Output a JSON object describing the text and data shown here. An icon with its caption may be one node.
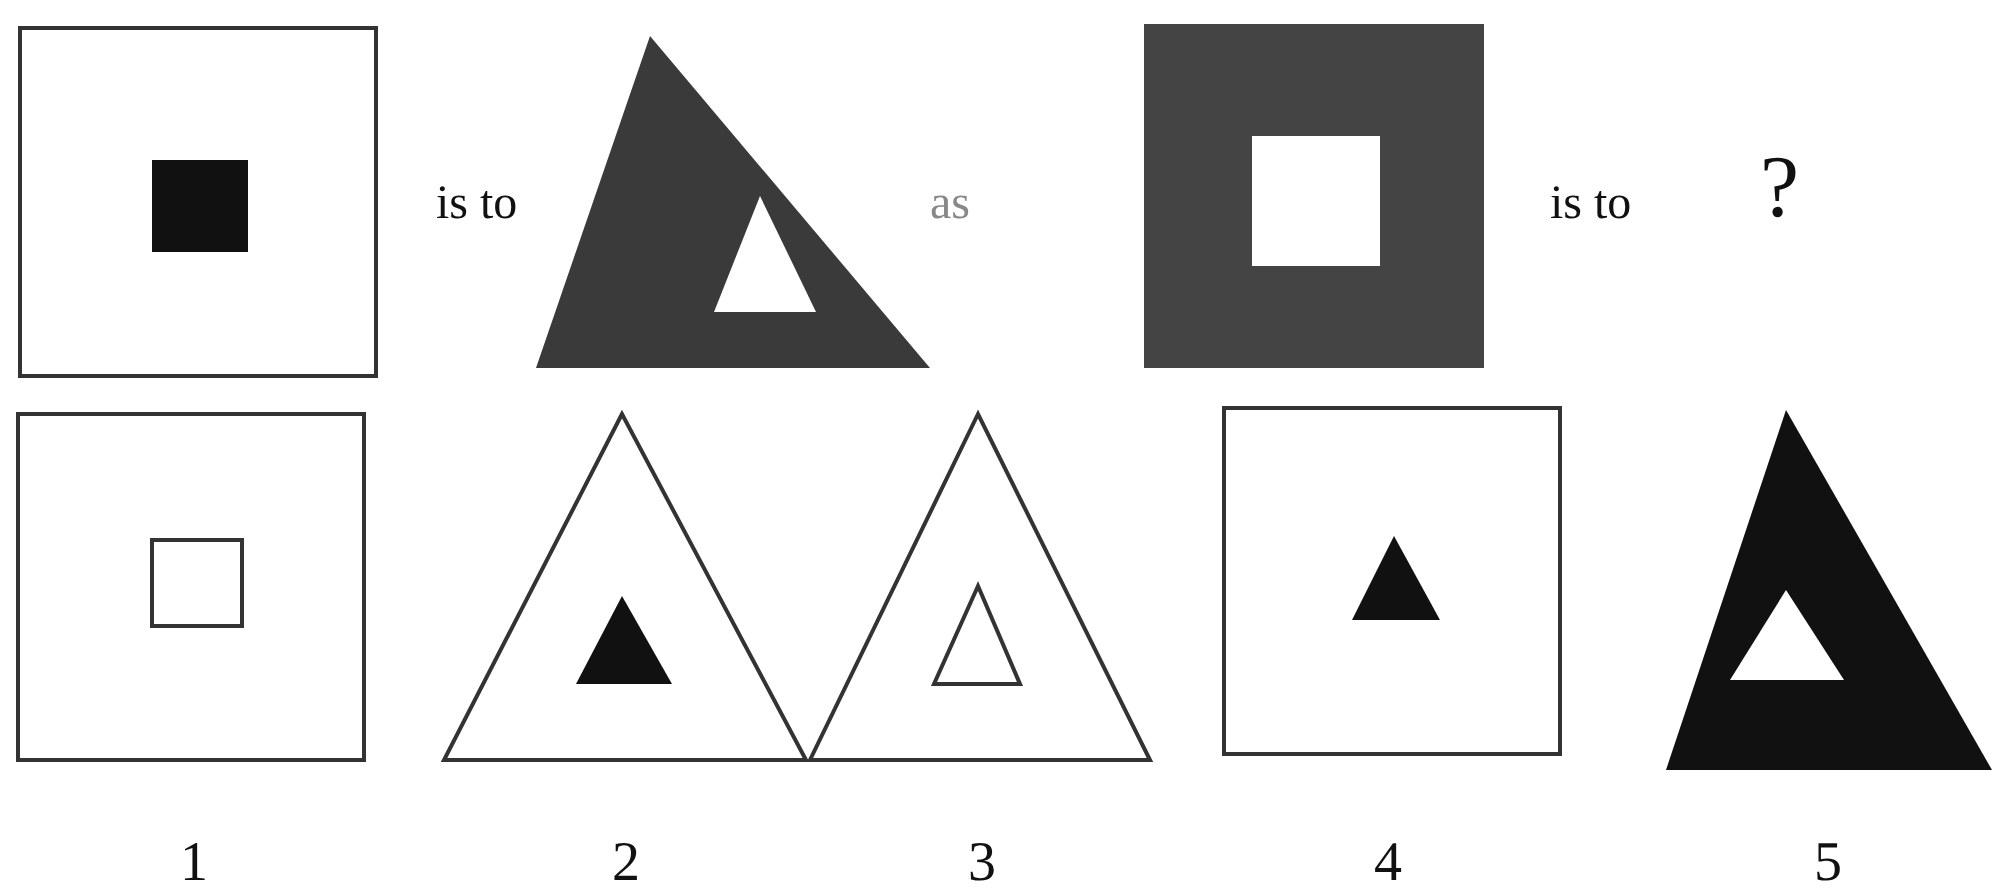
{
  "diagram": {
    "labels": [
      "is to",
      "as",
      "is to",
      "?",
      "1",
      "2",
      "3",
      "4",
      "5"
    ]
  }
}
